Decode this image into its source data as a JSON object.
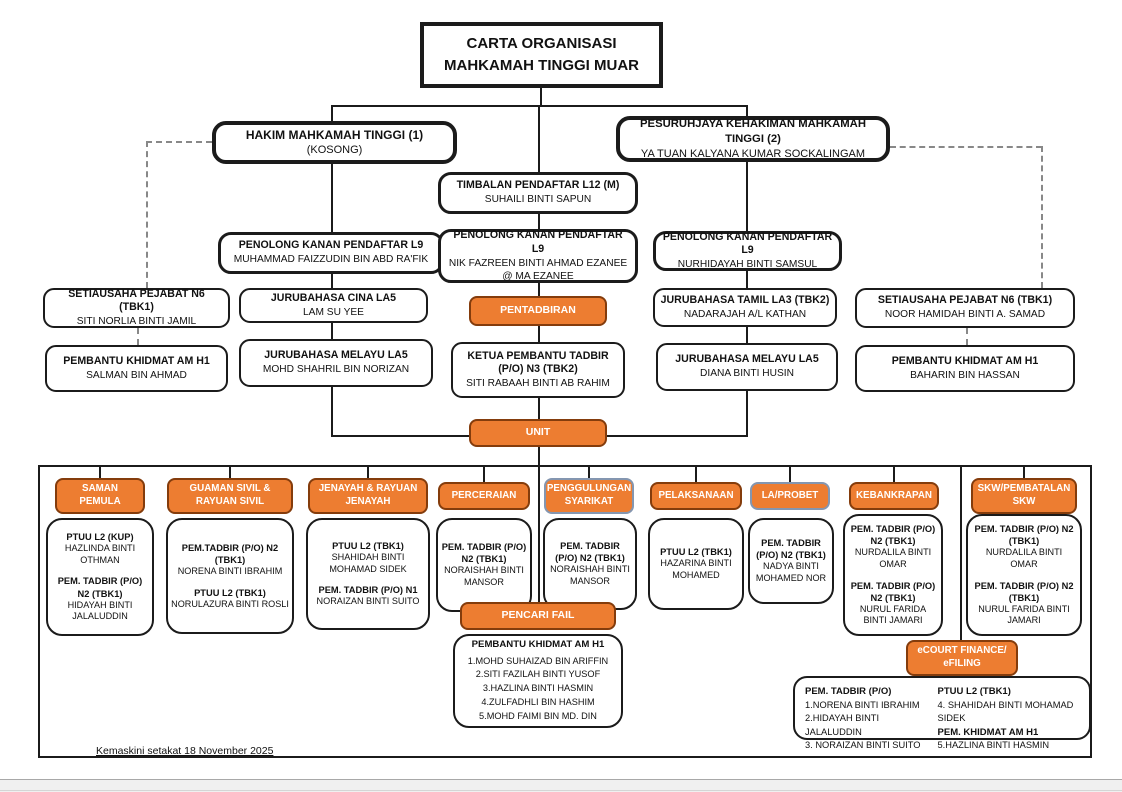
{
  "colors": {
    "orange": "#ED7D31",
    "orange_border": "#843C0C",
    "special_border": "#8496B0",
    "line": "#1b1b1b",
    "dash": "#888888"
  },
  "title": {
    "line1": "CARTA ORGANISASI",
    "line2": "MAHKAMAH TINGGI MUAR"
  },
  "top": {
    "hakim": {
      "role": "HAKIM MAHKAMAH TINGGI (1)",
      "name": "(KOSONG)"
    },
    "pesuruhjaya": {
      "role": "PESURUHJAYA KEHAKIMAN MAHKAMAH TINGGI (2)",
      "name": "YA TUAN KALYANA KUMAR SOCKALINGAM"
    },
    "timbalan": {
      "role": "TIMBALAN PENDAFTAR L12 (M)",
      "name": "SUHAILI BINTI SAPUN"
    }
  },
  "registrars": {
    "left": {
      "role": "PENOLONG KANAN PENDAFTAR L9",
      "name": "MUHAMMAD FAIZZUDIN BIN ABD RA'FIK"
    },
    "middle": {
      "role": "PENOLONG KANAN PENDAFTAR L9",
      "name": "NIK FAZREEN BINTI AHMAD EZANEE @ MA EZANEE"
    },
    "right": {
      "role": "PENOLONG KANAN PENDAFTAR L9",
      "name": "NURHIDAYAH BINTI SAMSUL"
    }
  },
  "left_branch": {
    "setiausaha": {
      "role": "SETIAUSAHA PEJABAT N6 (TBK1)",
      "name": "SITI NORLIA BINTI JAMIL"
    },
    "pembantu": {
      "role": "PEMBANTU KHIDMAT AM H1",
      "name": "SALMAN BIN AHMAD"
    },
    "jurubahasa_cina": {
      "role": "JURUBAHASA CINA LA5",
      "name": "LAM SU YEE"
    },
    "jurubahasa_melayu": {
      "role": "JURUBAHASA MELAYU LA5",
      "name": "MOHD SHAHRIL BIN NORIZAN"
    }
  },
  "middle_branch": {
    "pentadbiran_label": "PENTADBIRAN",
    "ketua": {
      "role": "KETUA PEMBANTU TADBIR (P/O) N3 (TBK2)",
      "name": "SITI RABAAH BINTI AB RAHIM"
    },
    "unit_label": "UNIT"
  },
  "right_branch": {
    "jurubahasa_tamil": {
      "role": "JURUBAHASA TAMIL LA3 (TBK2)",
      "name": "NADARAJAH A/L KATHAN"
    },
    "jurubahasa_melayu": {
      "role": "JURUBAHASA MELAYU LA5",
      "name": "DIANA BINTI HUSIN"
    },
    "setiausaha": {
      "role": "SETIAUSAHA PEJABAT N6 (TBK1)",
      "name": "NOOR HAMIDAH BINTI A. SAMAD"
    },
    "pembantu": {
      "role": "PEMBANTU KHIDMAT AM H1",
      "name": "BAHARIN BIN HASSAN"
    }
  },
  "units": [
    {
      "header": "SAMAN PEMULA",
      "staff": [
        {
          "role": "PTUU L2 (KUP)",
          "name": "HAZLINDA BINTI OTHMAN"
        },
        {
          "role": "PEM. TADBIR (P/O) N2 (TBK1)",
          "name": "HIDAYAH BINTI JALALUDDIN"
        }
      ]
    },
    {
      "header": "GUAMAN SIVIL & RAYUAN SIVIL",
      "staff": [
        {
          "role": "PEM.TADBIR (P/O) N2 (TBK1)",
          "name": "NORENA BINTI IBRAHIM"
        },
        {
          "role": "PTUU L2 (TBK1)",
          "name": "NORULAZURA BINTI ROSLI"
        }
      ]
    },
    {
      "header": "JENAYAH & RAYUAN JENAYAH",
      "staff": [
        {
          "role": "PTUU L2 (TBK1)",
          "name": "SHAHIDAH BINTI MOHAMAD SIDEK"
        },
        {
          "role": "PEM. TADBIR (P/O) N1",
          "name": "NORAIZAN BINTI SUITO"
        }
      ]
    },
    {
      "header": "PERCERAIAN",
      "staff": [
        {
          "role": "PEM. TADBIR (P/O) N2 (TBK1)",
          "name": "NORAISHAH BINTI MANSOR"
        }
      ]
    },
    {
      "header": "PENGGULUNGAN SYARIKAT",
      "staff": [
        {
          "role": "PEM. TADBIR (P/O) N2 (TBK1)",
          "name": "NORAISHAH BINTI MANSOR"
        }
      ]
    },
    {
      "header": "PELAKSANAAN",
      "staff": [
        {
          "role": "PTUU L2 (TBK1)",
          "name": "HAZARINA BINTI MOHAMED"
        }
      ]
    },
    {
      "header": "LA/PROBET",
      "staff": [
        {
          "role": "PEM. TADBIR (P/O) N2 (TBK1)",
          "name": "NADYA BINTI MOHAMED NOR"
        }
      ]
    },
    {
      "header": "KEBANKRAPAN",
      "staff": [
        {
          "role": "PEM. TADBIR (P/O) N2 (TBK1)",
          "name": "NURDALILA BINTI OMAR"
        },
        {
          "role": "PEM. TADBIR (P/O) N2 (TBK1)",
          "name": "NURUL FARIDA BINTI JAMARI"
        }
      ]
    },
    {
      "header": "SKW/PEMBATALAN SKW",
      "staff": [
        {
          "role": "PEM. TADBIR (P/O) N2 (TBK1)",
          "name": "NURDALILA BINTI OMAR"
        },
        {
          "role": "PEM. TADBIR (P/O) N2 (TBK1)",
          "name": "NURUL FARIDA BINTI JAMARI"
        }
      ]
    }
  ],
  "pencari_fail": {
    "header": "PENCARI FAIL",
    "role": "PEMBANTU KHIDMAT AM H1",
    "names": [
      "1.MOHD SUHAIZAD BIN ARIFFIN",
      "2.SITI FAZILAH BINTI YUSOF",
      "3.HAZLINA BINTI HASMIN",
      "4.ZULFADHLI BIN HASHIM",
      "5.MOHD FAIMI BIN MD. DIN"
    ]
  },
  "ecourt": {
    "header": "eCOURT FINANCE/ eFILING",
    "left_title": "PEM. TADBIR (P/O)",
    "left_names": [
      "1.NORENA BINTI IBRAHIM",
      "2.HIDAYAH BINTI JALALUDDIN",
      "3. NORAIZAN BINTI SUITO"
    ],
    "right_title1": "PTUU L2 (TBK1)",
    "right_name1": "4. SHAHIDAH BINTI MOHAMAD SIDEK",
    "right_title2": "PEM. KHIDMAT AM H1",
    "right_name2": "5.HAZLINA BINTI HASMIN"
  },
  "footer": "Kemaskini setakat 18 November 2025"
}
